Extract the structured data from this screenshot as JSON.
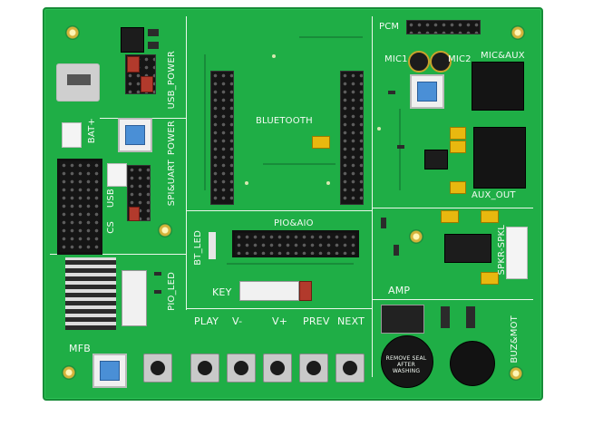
{
  "labels": {
    "pcm": "PCM",
    "mic1": "MIC1",
    "mic2": "MIC2",
    "mic_aux": "MIC&AUX",
    "usb_power": "USB_POWER",
    "bat_plus": "BAT+",
    "power": "POWER",
    "bluetooth": "BLUETOOTH",
    "spi_uart": "SPI&UART",
    "usb": "USB",
    "cs": "CS",
    "aux_out": "AUX_OUT",
    "pio_aio": "PIO&AIO",
    "bt_led": "BT_LED",
    "spkr": "SPKR-SPKL",
    "amp": "AMP",
    "key": "KEY",
    "pio_led": "PIO_LED",
    "play": "PLAY",
    "v_minus": "V-",
    "v_plus": "V+",
    "prev": "PREV",
    "next": "NEXT",
    "mfb": "MFB",
    "buz_mot": "BUZ&MOT",
    "buzzer_text": "REMOVE SEAL AFTER WASHING"
  },
  "colors": {
    "board": "#1fae46",
    "silkscreen": "#f4fbf4",
    "header": "#151515",
    "button_cap": "#4a8fd6",
    "capacitor": "#e8b80f",
    "jumper": "#b23a2c"
  }
}
